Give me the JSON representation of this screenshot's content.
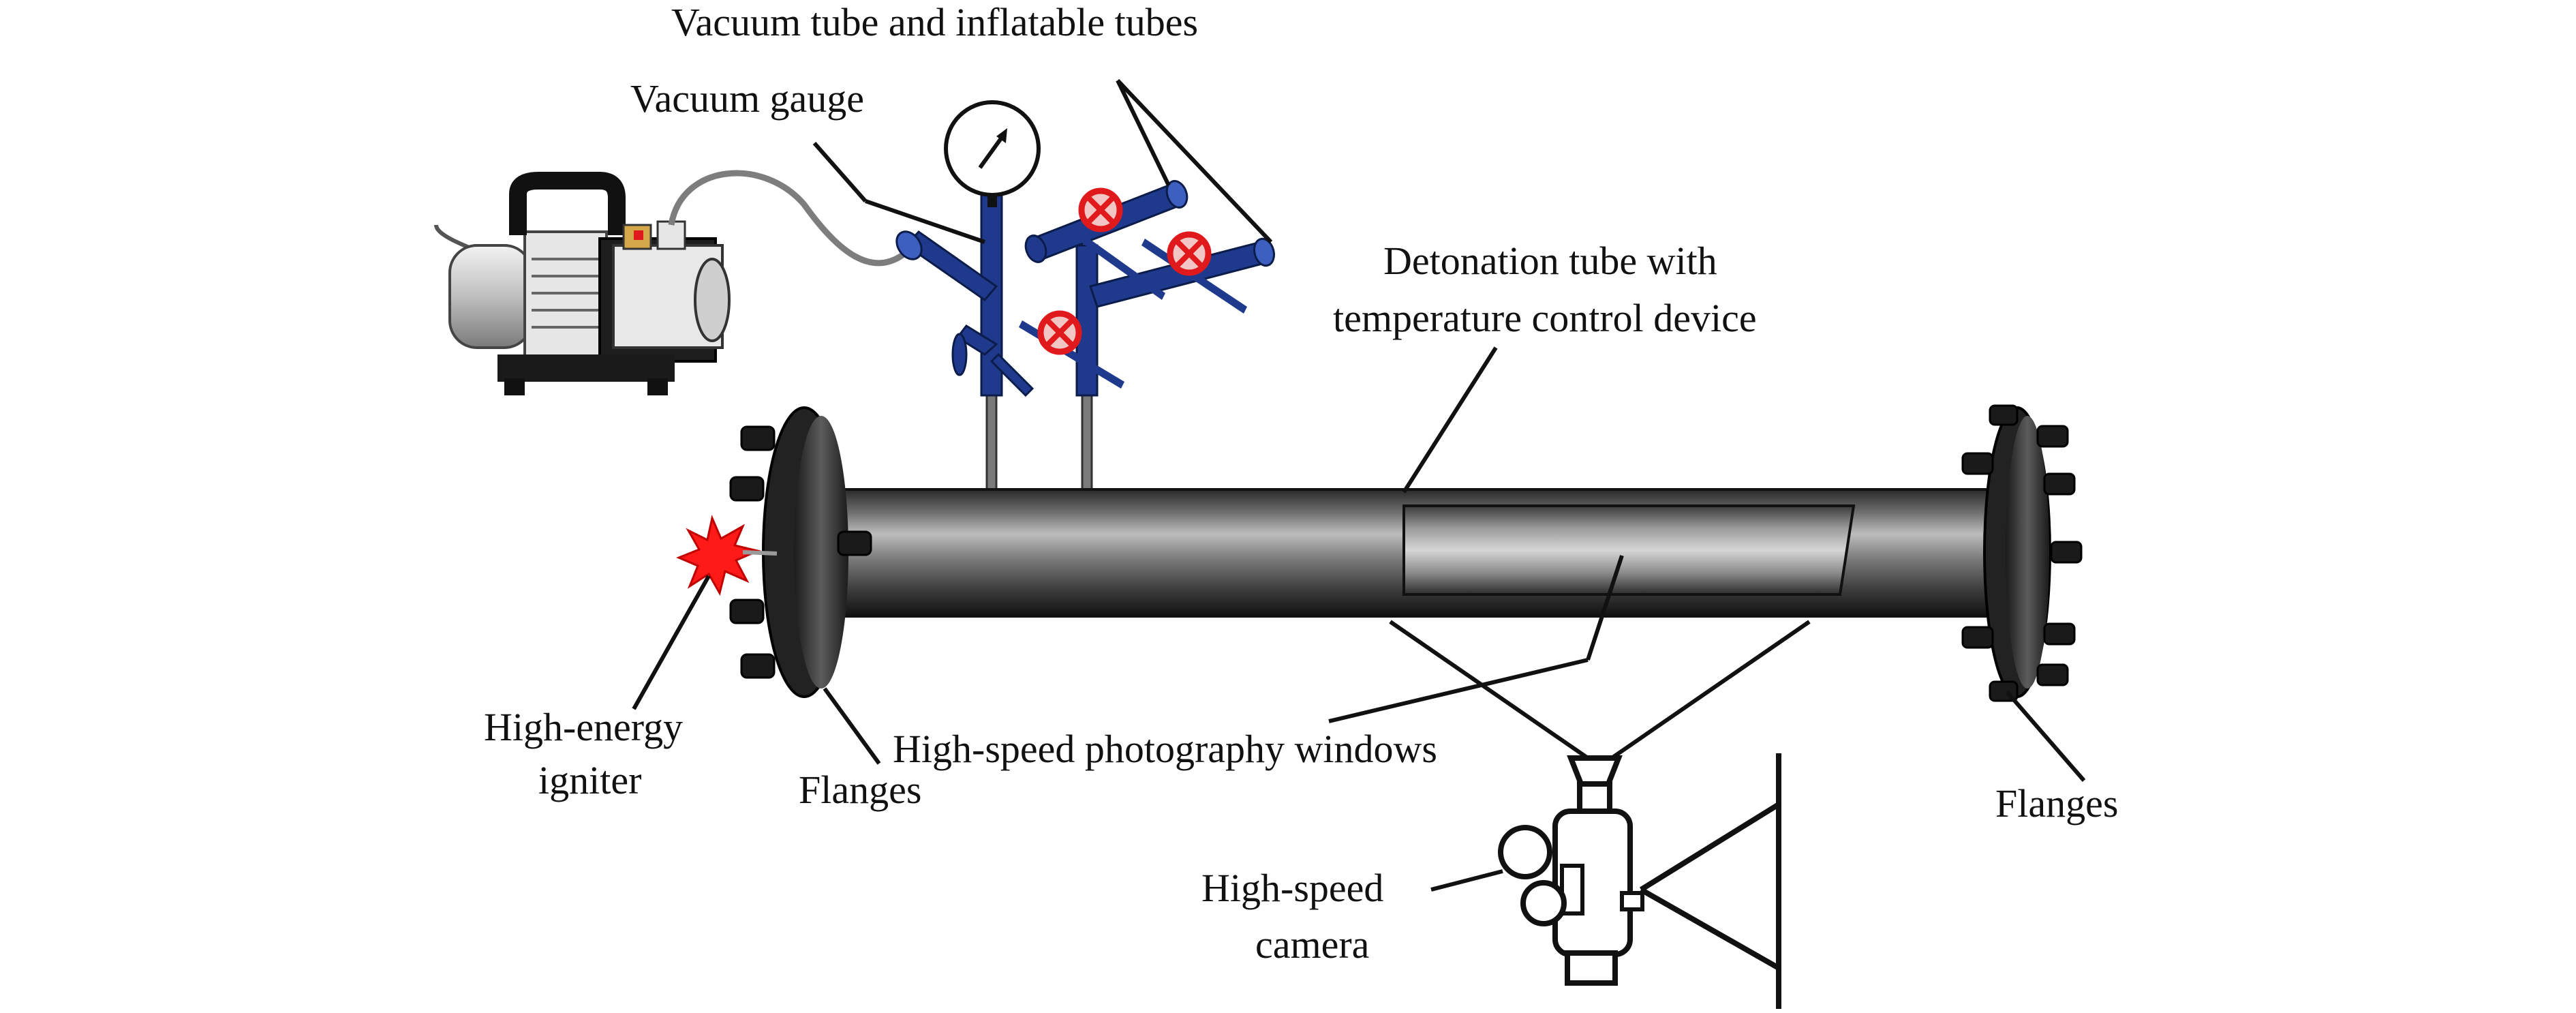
{
  "labels": {
    "vacuum_inflatable_tubes": "Vacuum tube and inflatable tubes",
    "vacuum_gauge": "Vacuum gauge",
    "detonation_line1": "Detonation tube with",
    "detonation_line2": "temperature control device",
    "igniter_line1": "High-energy",
    "igniter_line2": "igniter",
    "flanges_left": "Flanges",
    "flanges_right": "Flanges",
    "windows": "High-speed photography windows",
    "camera_line1": "High-speed",
    "camera_line2": "camera"
  },
  "icons": [
    "vacuum-pump-icon",
    "pressure-gauge-icon",
    "valve-closed-icon",
    "spark-icon",
    "camera-icon"
  ],
  "colors": {
    "tube_dark": "#1a1a1a",
    "tube_light": "#b8b8b8",
    "pipe_blue": "#1f3a8c",
    "valve_red": "#e0191c",
    "spark_red": "#ff1a1a"
  }
}
